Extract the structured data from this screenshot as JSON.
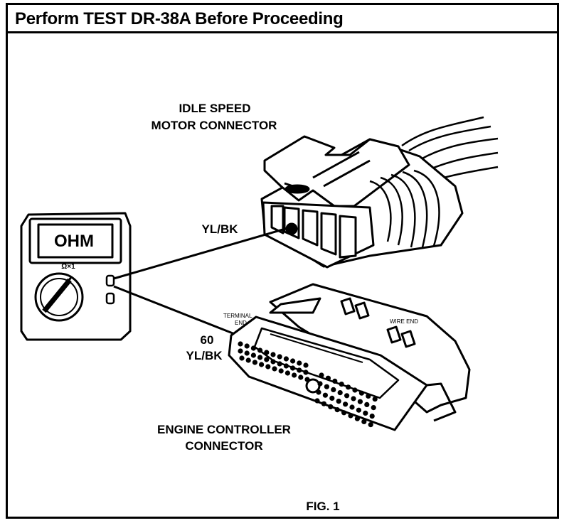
{
  "header": {
    "title": "Perform TEST DR-38A Before Proceeding"
  },
  "diagram": {
    "idle_motor_label_line1": "IDLE SPEED",
    "idle_motor_label_line2": "MOTOR CONNECTOR",
    "wire_label_top": "YL/BK",
    "meter_display": "OHM",
    "meter_range": "Ω×1",
    "terminal_end_line1": "TERMINAL",
    "terminal_end_line2": "END",
    "wire_end": "WIRE END",
    "pin_number": "60",
    "wire_label_bottom": "YL/BK",
    "engine_label_line1": "ENGINE CONTROLLER",
    "engine_label_line2": "CONNECTOR",
    "figure_label": "FIG. 1"
  },
  "colors": {
    "ink": "#000000",
    "paper": "#ffffff"
  }
}
